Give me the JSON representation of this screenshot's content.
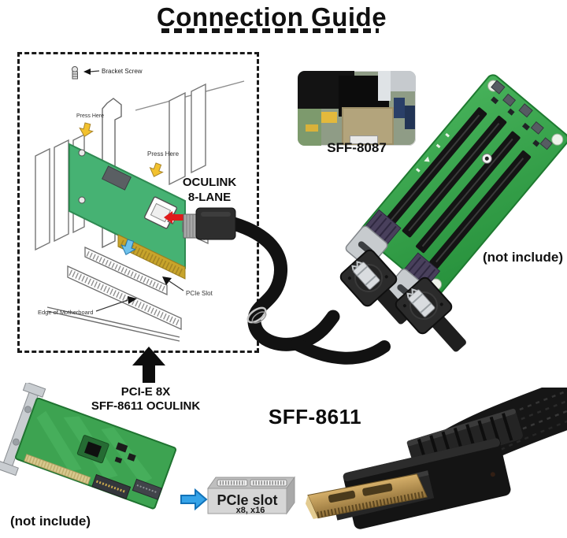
{
  "title": "Connection Guide",
  "diagram": {
    "bracket_screw_label": "Bracket Screw",
    "press_here_top_label": "Press Here",
    "press_here_side_label": "Press Here",
    "oculink_line1": "OCULINK",
    "oculink_line2": "8-LANE",
    "pcie_slot_label": "PCIe Slot",
    "motherboard_edge_label": "Edge of Motherboard"
  },
  "sff8087_photo": {
    "caption": "SFF-8087"
  },
  "riser_board": {
    "not_include": "(not include)"
  },
  "cable": {
    "label": "SFF-8611"
  },
  "adapter_card": {
    "label_line1": "PCI-E 8X",
    "label_line2": "SFF-8611 OCULINK",
    "not_include": "(not include)"
  },
  "pcie_slot_box": {
    "line1": "PCIe slot",
    "line2": "x8, x16"
  },
  "colors": {
    "card_green": "#46b273",
    "pcb_green": "#2f9e44",
    "arrow_red": "#e01b1b",
    "arrow_blue": "#35a3e8",
    "press_arrow_yellow": "#f2c12e",
    "gold_fingers": "#c7a42b"
  }
}
